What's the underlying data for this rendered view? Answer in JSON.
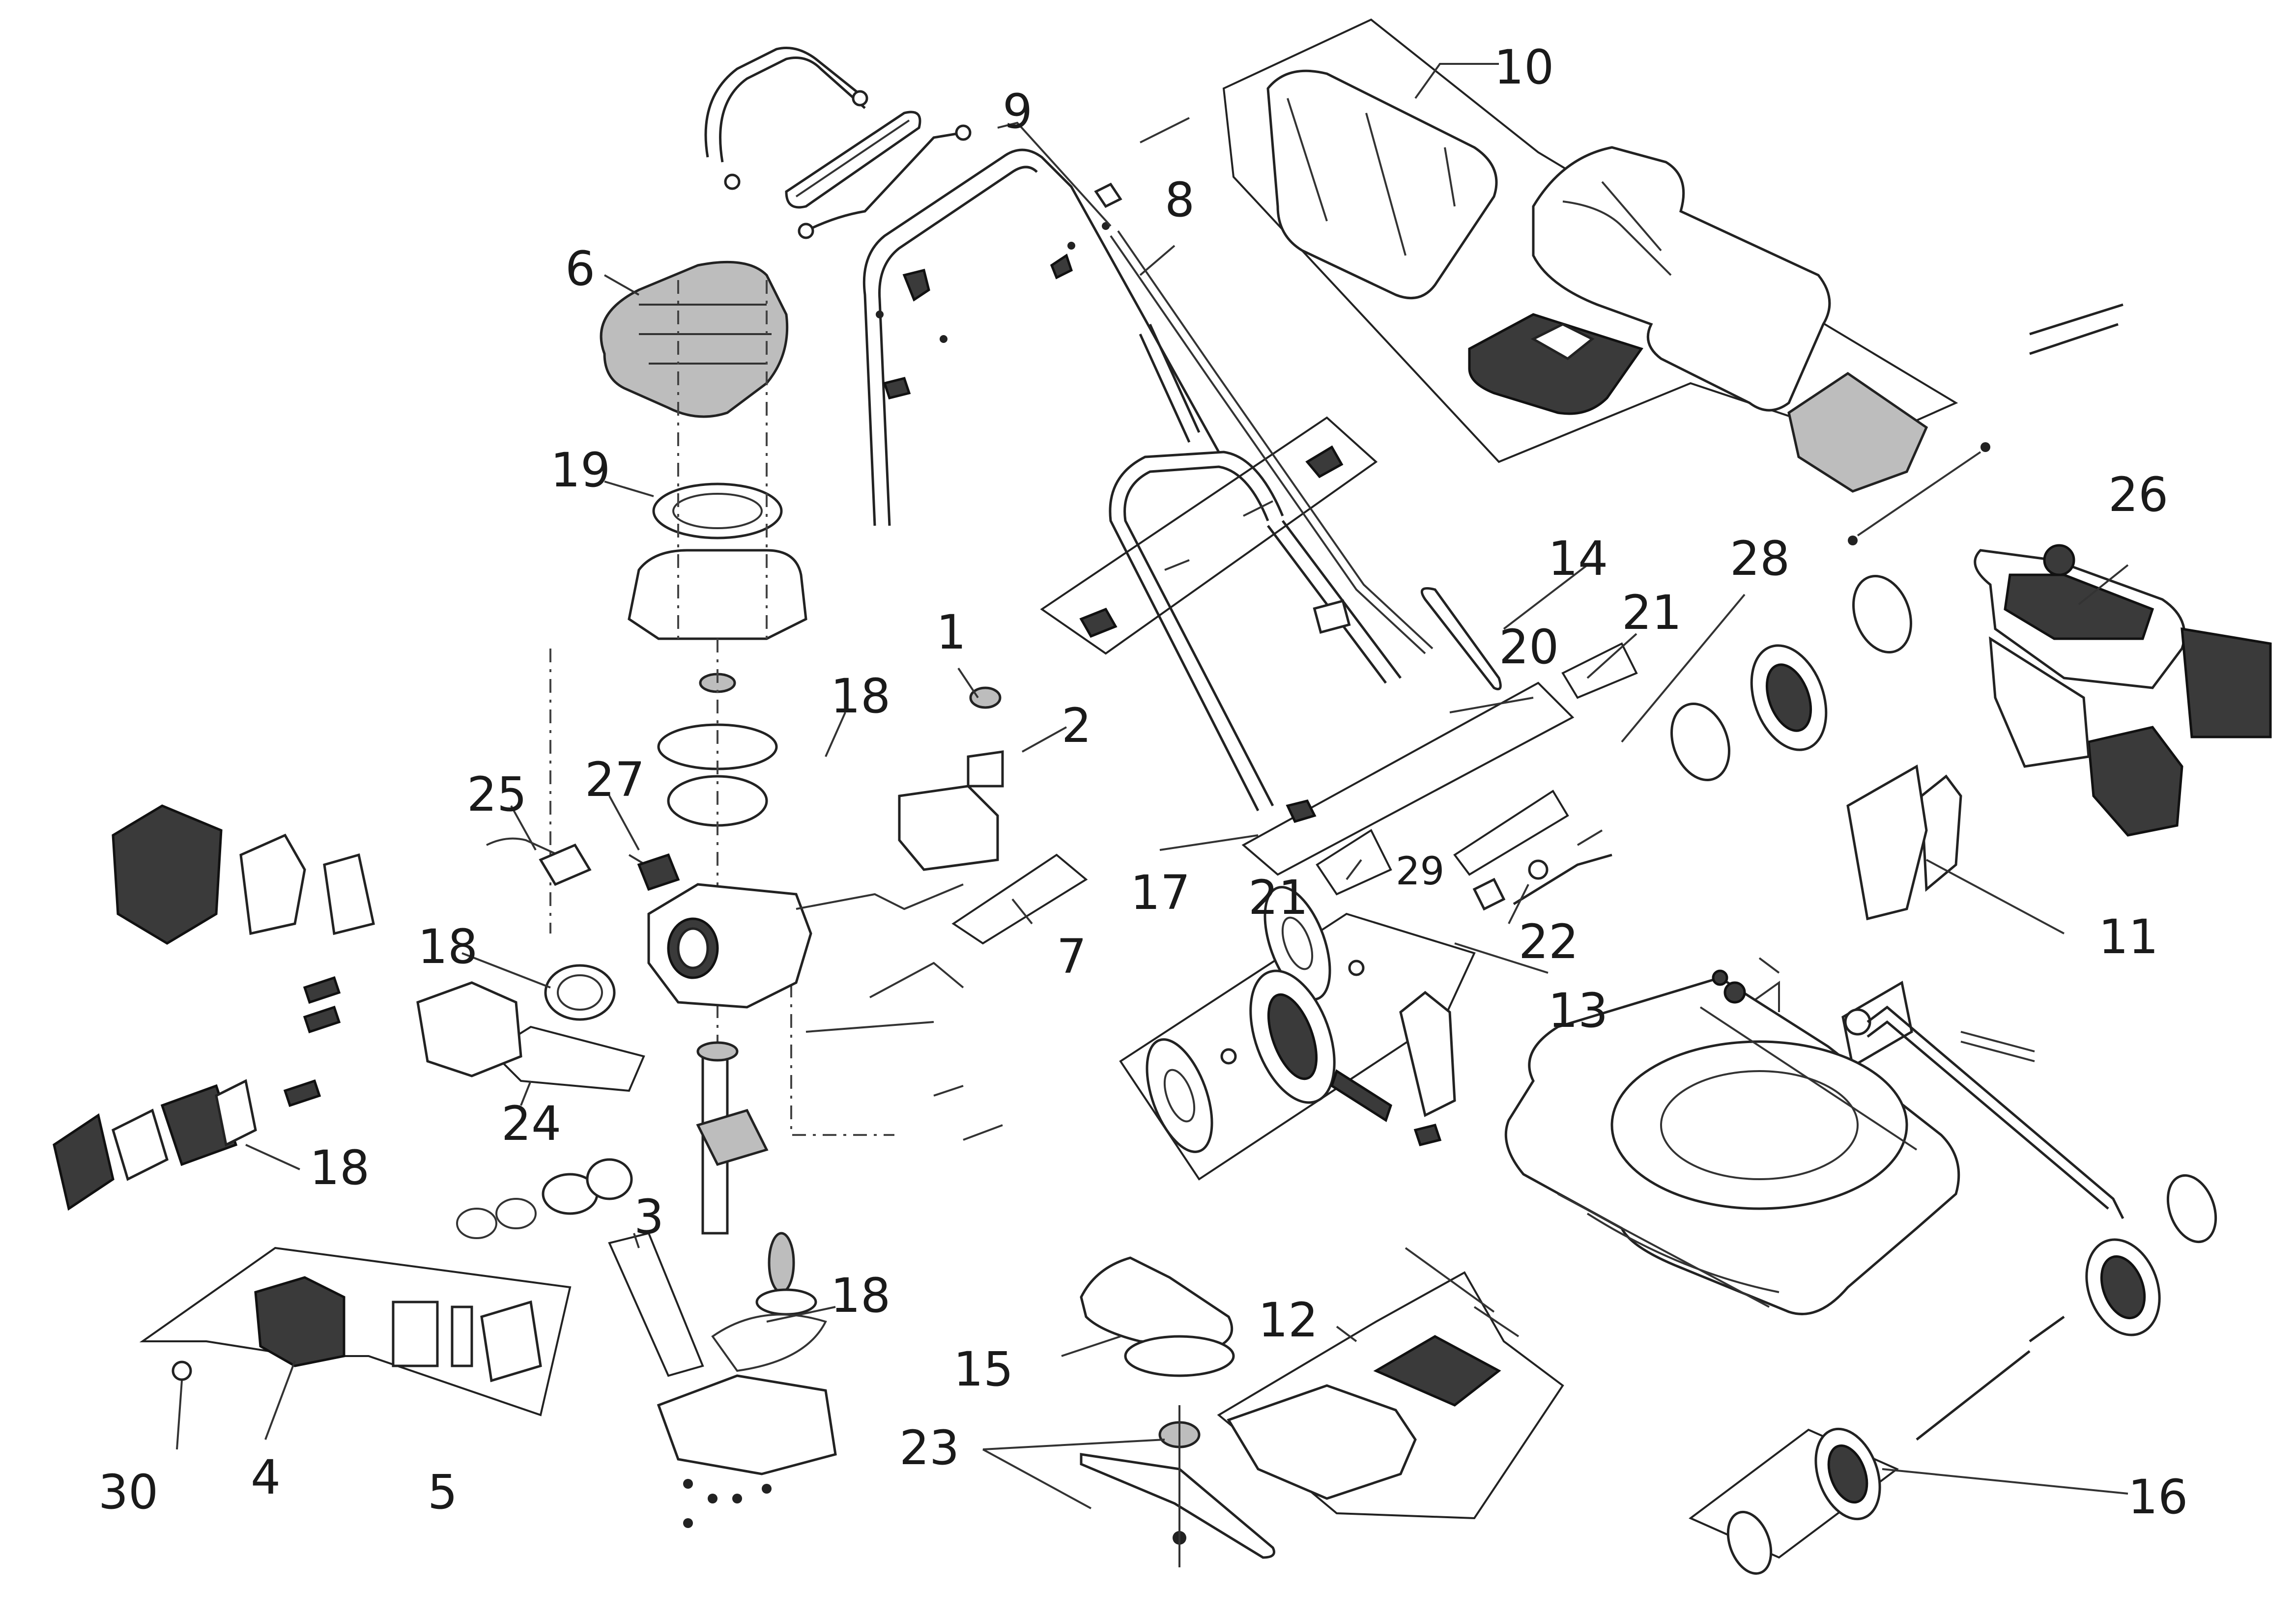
{
  "diagram": {
    "labels": [
      "1",
      "2",
      "3",
      "4",
      "5",
      "6",
      "7",
      "8",
      "9",
      "10",
      "11",
      "12",
      "13",
      "14",
      "15",
      "16",
      "17",
      "18",
      "18",
      "18",
      "18",
      "19",
      "20",
      "21",
      "21",
      "22",
      "23",
      "24",
      "25",
      "26",
      "27",
      "28",
      "29",
      "30"
    ]
  }
}
